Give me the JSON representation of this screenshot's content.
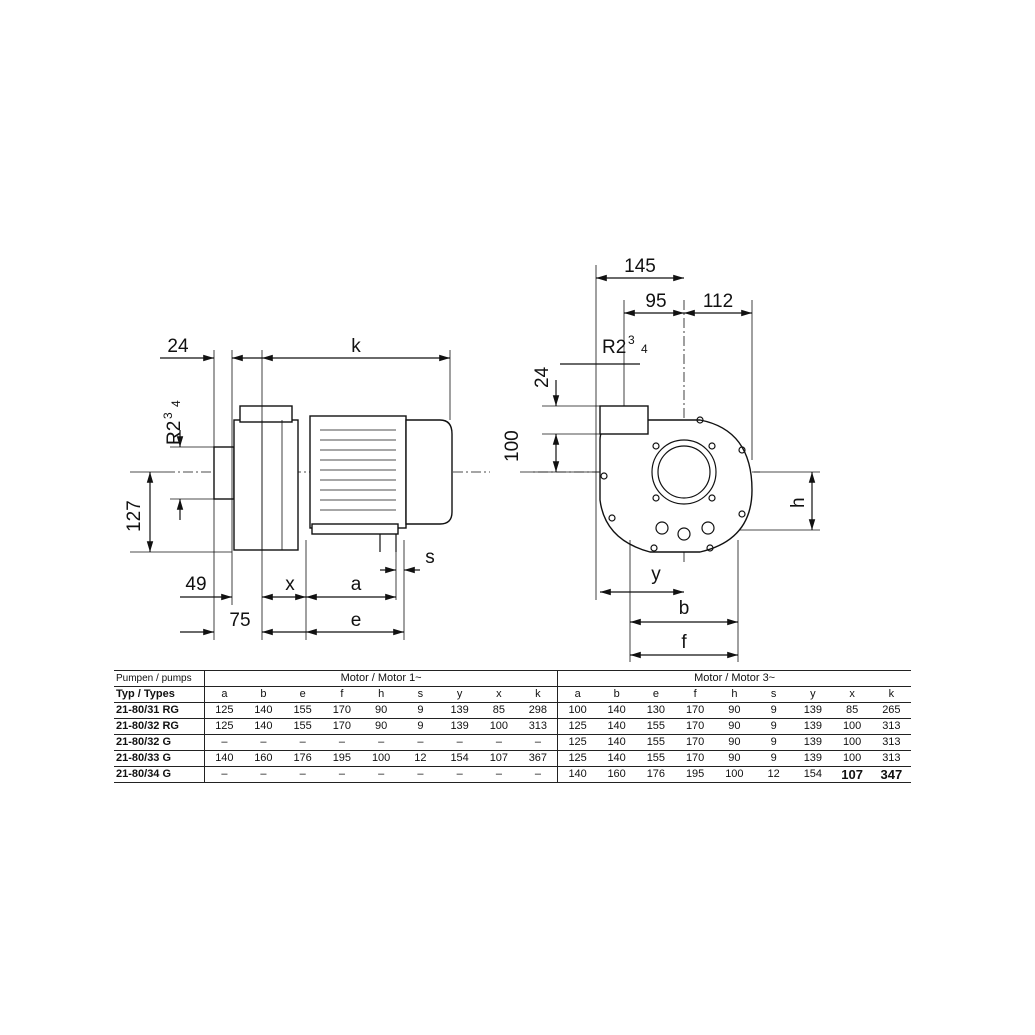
{
  "side_view": {
    "labels": {
      "k": "k",
      "d24": "24",
      "r2": "R2",
      "sup": "3",
      "sub": "4",
      "d127": "127",
      "d49": "49",
      "x": "x",
      "a": "a",
      "s": "s",
      "d75": "75",
      "e": "e"
    }
  },
  "front_view": {
    "labels": {
      "d145": "145",
      "d95": "95",
      "d112": "112",
      "r2": "R2",
      "sup": "3",
      "sub": "4",
      "d24": "24",
      "d100": "100",
      "h": "h",
      "y": "y",
      "b": "b",
      "f": "f"
    }
  },
  "table": {
    "row_label_header": "Pumpen / pumps",
    "types_header": "Typ / Types",
    "motor1_header": "Motor / Motor 1~",
    "motor3_header": "Motor / Motor 3~",
    "columns": [
      "a",
      "b",
      "e",
      "f",
      "h",
      "s",
      "y",
      "x",
      "k"
    ],
    "rows": [
      {
        "type": "21-80/31 RG",
        "m1": [
          "125",
          "140",
          "155",
          "170",
          "90",
          "9",
          "139",
          "85",
          "298"
        ],
        "m3": [
          "100",
          "140",
          "130",
          "170",
          "90",
          "9",
          "139",
          "85",
          "265"
        ]
      },
      {
        "type": "21-80/32 RG",
        "m1": [
          "125",
          "140",
          "155",
          "170",
          "90",
          "9",
          "139",
          "100",
          "313"
        ],
        "m3": [
          "125",
          "140",
          "155",
          "170",
          "90",
          "9",
          "139",
          "100",
          "313"
        ]
      },
      {
        "type": "21-80/32 G",
        "m1": [
          "–",
          "–",
          "–",
          "–",
          "–",
          "–",
          "–",
          "–",
          "–"
        ],
        "m3": [
          "125",
          "140",
          "155",
          "170",
          "90",
          "9",
          "139",
          "100",
          "313"
        ]
      },
      {
        "type": "21-80/33 G",
        "m1": [
          "140",
          "160",
          "176",
          "195",
          "100",
          "12",
          "154",
          "107",
          "367"
        ],
        "m3": [
          "125",
          "140",
          "155",
          "170",
          "90",
          "9",
          "139",
          "100",
          "313"
        ]
      },
      {
        "type": "21-80/34 G",
        "m1": [
          "–",
          "–",
          "–",
          "–",
          "–",
          "–",
          "–",
          "–",
          "–"
        ],
        "m3": [
          "140",
          "160",
          "176",
          "195",
          "100",
          "12",
          "154",
          "107",
          "347"
        ]
      }
    ]
  }
}
